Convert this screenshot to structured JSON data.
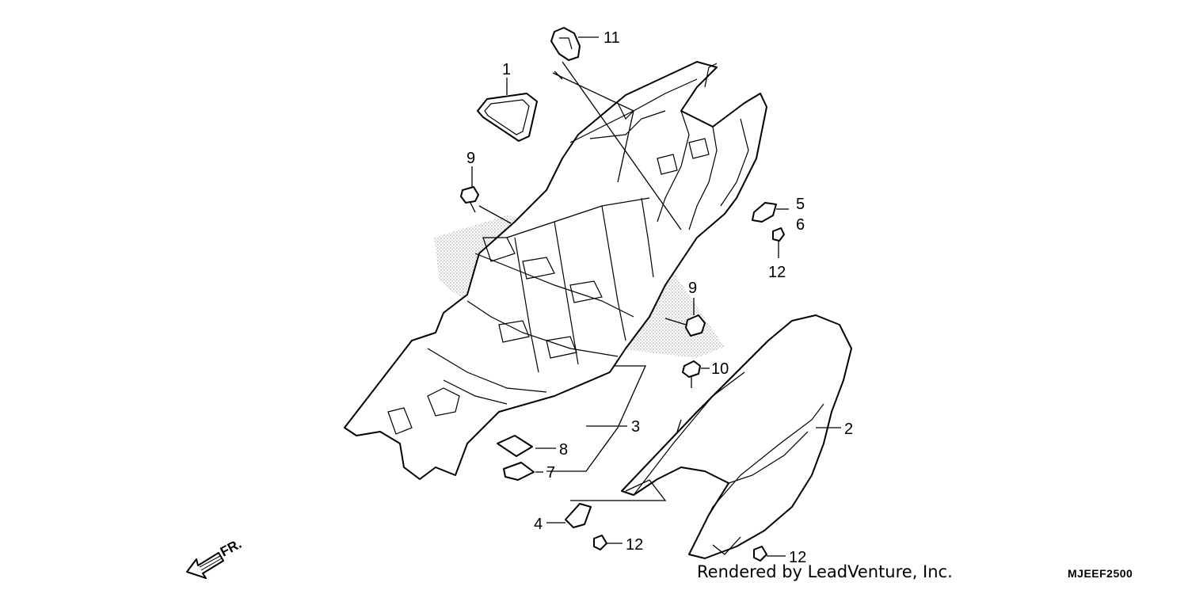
{
  "callouts": {
    "c1": "1",
    "c2": "2",
    "c3": "3",
    "c4": "4",
    "c5": "5",
    "c6": "6",
    "c7": "7",
    "c8": "8",
    "c9a": "9",
    "c9b": "9",
    "c10": "10",
    "c11": "11",
    "c12a": "12",
    "c12b": "12",
    "c12c": "12"
  },
  "direction_label": "FR.",
  "credit": "Rendered by LeadVenture, Inc.",
  "diagram_code": "MJEEF2500"
}
